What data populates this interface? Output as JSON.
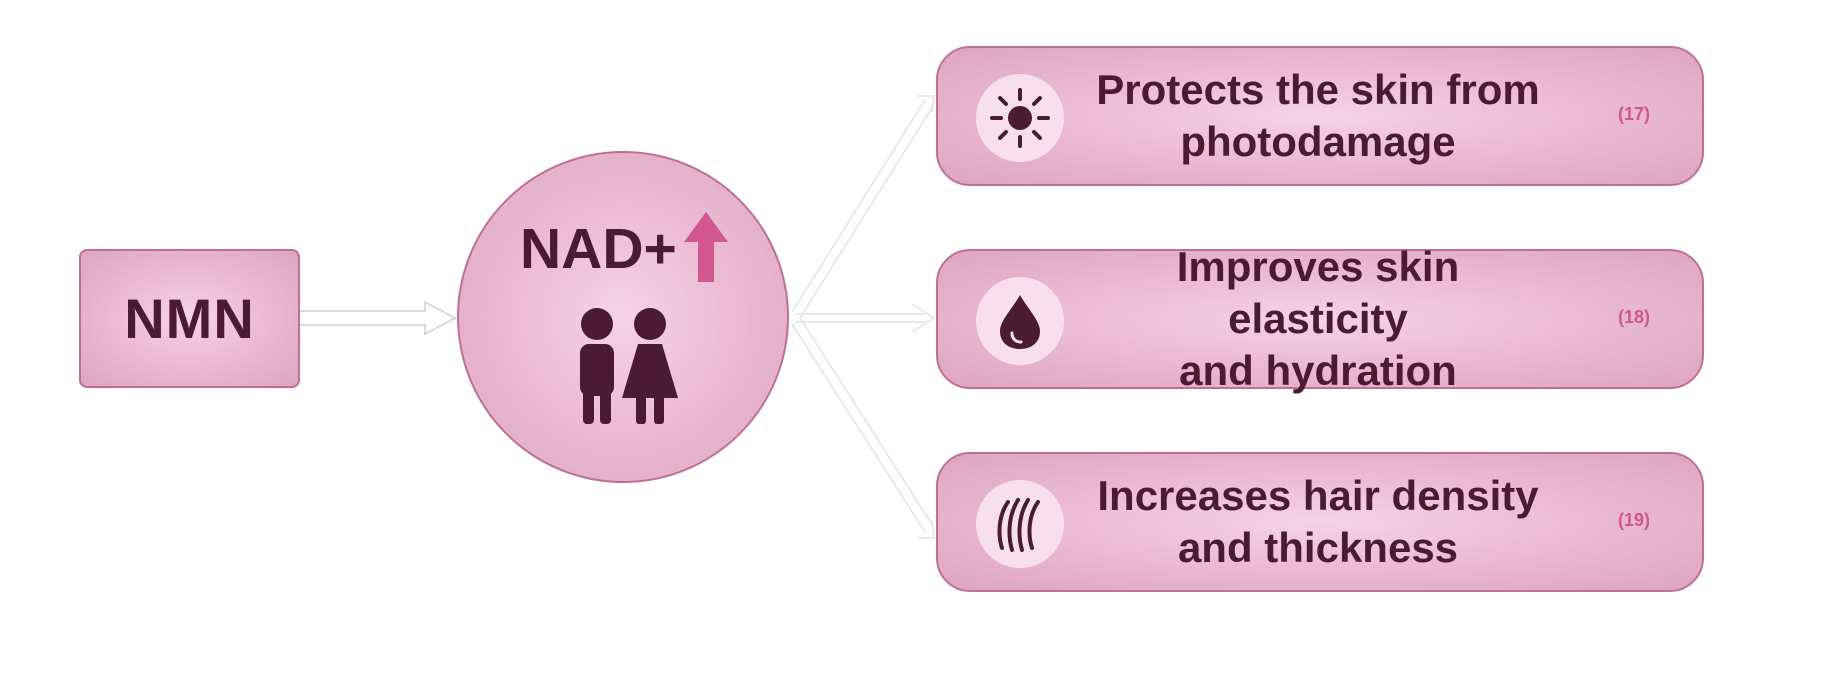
{
  "source": {
    "label": "NMN"
  },
  "center": {
    "label": "NAD+",
    "up_arrow": "up-arrow-icon",
    "people_icon": "people-icon"
  },
  "benefits": [
    {
      "line1": "Protects the skin from",
      "line2": "photodamage",
      "ref": "(17)",
      "icon": "sun-icon"
    },
    {
      "line1": "Improves skin elasticity",
      "line2": "and hydration",
      "ref": "(18)",
      "icon": "water-drop-icon"
    },
    {
      "line1": "Increases hair density",
      "line2": "and thickness",
      "ref": "(19)",
      "icon": "hair-strands-icon"
    }
  ],
  "colors": {
    "box_fill": "#ebbdd4",
    "box_border": "#bd6f9a",
    "text": "#4a1c32",
    "accent": "#d2568f"
  }
}
